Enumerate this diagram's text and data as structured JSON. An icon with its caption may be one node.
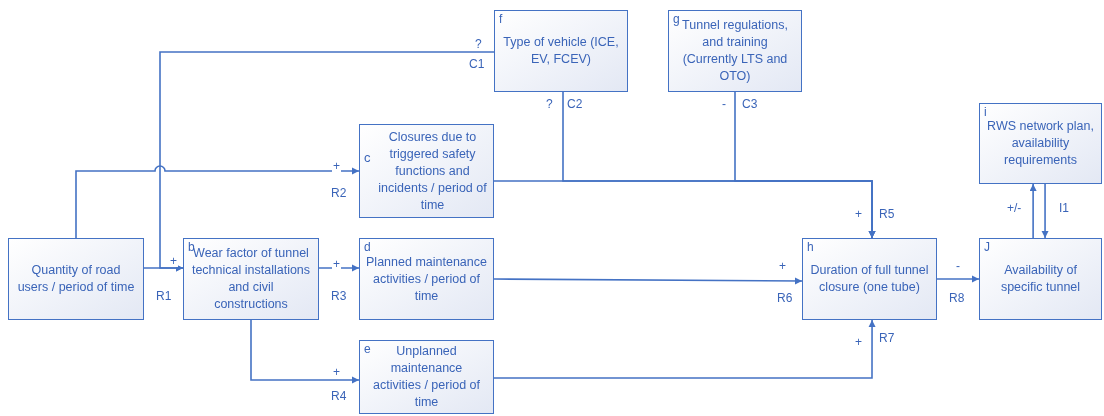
{
  "diagram": {
    "nodes": [
      {
        "text": [
          "Quantity of road users / period of time"
        ]
      },
      {
        "text": [
          "b",
          "Wear factor of tunnel technical installations and civil constructions"
        ]
      },
      {
        "text": [
          "c",
          "Closures due to triggered safety functions and incidents / period of time"
        ]
      },
      {
        "text": [
          "d",
          "Planned maintenance activities / period of time"
        ]
      },
      {
        "text": [
          "e",
          "Unplanned maintenance activities / period of time"
        ]
      },
      {
        "text": [
          "f",
          "Type of vehicle (ICE, EV, FCEV)"
        ]
      },
      {
        "text": [
          "g",
          "Tunnel regulations, and training (Currently LTS and OTO)"
        ]
      },
      {
        "text": [
          "h",
          "Duration of full tunnel closure (one tube)"
        ]
      },
      {
        "text": [
          "i",
          "RWS network plan, availability requirements"
        ]
      },
      {
        "text": [
          "J",
          "Availability of specific tunnel"
        ]
      }
    ],
    "edges": [
      {
        "from": 0,
        "to": 1,
        "arrow": "to",
        "label": "+"
      },
      {
        "from": 0,
        "to": 2,
        "arrow": "to",
        "label": "+"
      },
      {
        "from": 5,
        "to": 1,
        "arrow": "to",
        "label": "?"
      },
      {
        "from": 1,
        "to": 3,
        "arrow": "to",
        "label": "+"
      },
      {
        "from": 1,
        "to": 4,
        "arrow": "to",
        "label": "+"
      },
      {
        "from": 2,
        "to": 7,
        "arrow": "to",
        "label": "+"
      },
      {
        "from": 5,
        "to": 7,
        "arrow": "to",
        "label": "?"
      },
      {
        "from": 6,
        "to": 7,
        "arrow": "to",
        "label": "-"
      },
      {
        "from": 3,
        "to": 7,
        "arrow": "to",
        "label": "+"
      },
      {
        "from": 4,
        "to": 7,
        "arrow": "to",
        "label": "+"
      },
      {
        "from": 7,
        "to": 9,
        "arrow": "to",
        "label": "-"
      },
      {
        "from": 9,
        "to": 8,
        "arrow": "to",
        "label": "+/-"
      },
      {
        "from": 8,
        "to": 9,
        "arrow": "to"
      }
    ],
    "labels": [
      "C1",
      "R2",
      "R1",
      "R3",
      "R4",
      "C2",
      "C3",
      "R5",
      "R6",
      "R8",
      "I1",
      "R7"
    ]
  }
}
